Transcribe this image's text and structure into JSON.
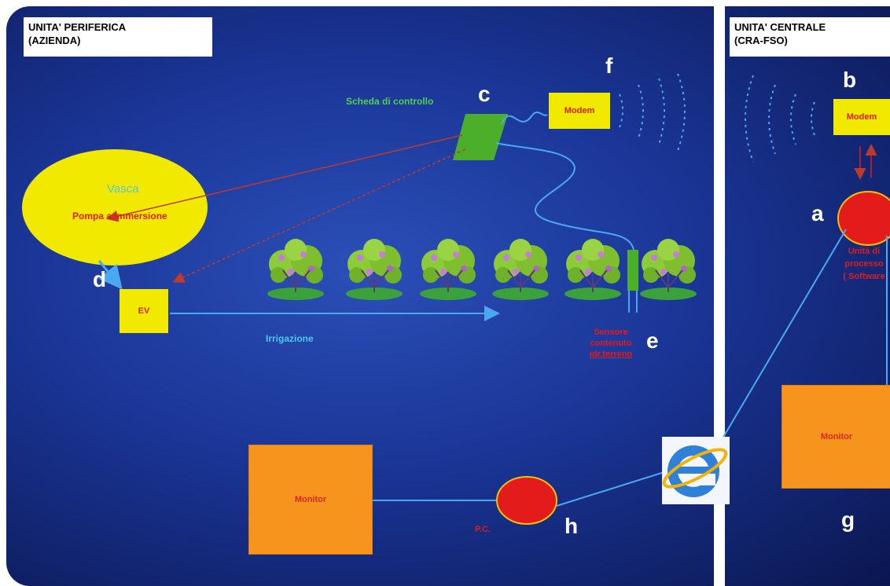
{
  "colors": {
    "background": "#1a3596",
    "divider": "#ffffff",
    "wire": "#4aa8f0",
    "modem": "#f2e900",
    "monitor": "#f7941d",
    "tank": "#f2e900",
    "processor": "#e31b1b",
    "control_board": "#4caf2a",
    "label_red": "#e31b1b",
    "label_green": "#4cd24c",
    "label_cyan": "#4ac8f0"
  },
  "left_unit": {
    "title_line1": "UNITA' PERIFERICA",
    "title_line2": "(AZIENDA)"
  },
  "right_unit": {
    "title_line1": "UNITA' CENTRALE",
    "title_line2": "(CRA-FSO)"
  },
  "letters": {
    "a": "a",
    "b": "b",
    "c": "c",
    "d": "d",
    "e": "e",
    "f": "f",
    "g": "g",
    "h": "h"
  },
  "labels": {
    "control_board": "Scheda di controllo",
    "modem_left": "Modem",
    "modem_right": "Modem",
    "tank": "Vasca",
    "pump": "Pompa a immersione",
    "valve": "EV",
    "irrigation": "Irrigazione",
    "sensor_line1": "Sensore",
    "sensor_line2": "contenuto",
    "sensor_line3": "idr.terreno",
    "processor_line1": "Unità di",
    "processor_line2": "processo",
    "processor_line3": "( Software",
    "monitor_left": "Monitor",
    "monitor_right": "Monitor",
    "pc": "P.C."
  },
  "icons": {
    "plants": "plant-icon",
    "browser": "internet-explorer-icon"
  }
}
